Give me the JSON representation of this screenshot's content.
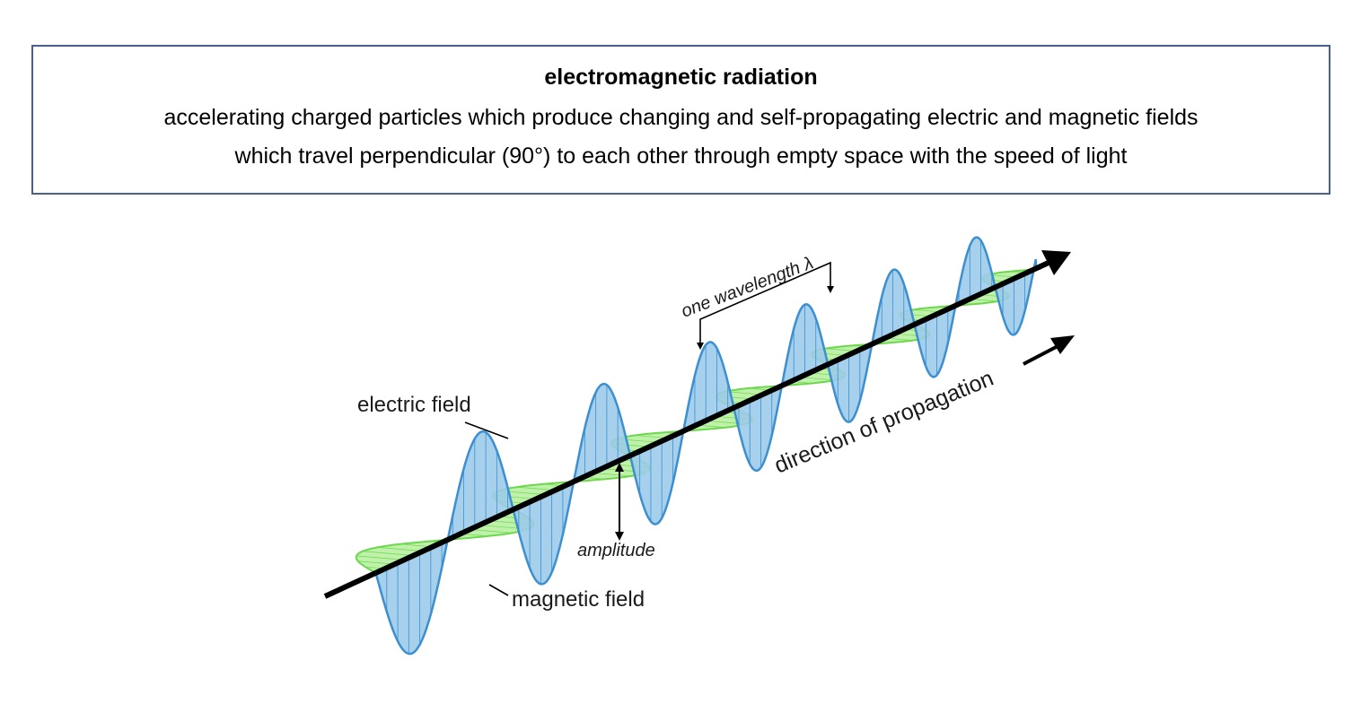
{
  "definition": {
    "title": "electromagnetic radiation",
    "line1": "accelerating charged particles which produce changing and self-propagating electric and magnetic fields",
    "line2": "which travel perpendicular (90°) to each other through empty space with the speed of light"
  },
  "labels": {
    "electric_field": "electric field",
    "magnetic_field": "magnetic field",
    "amplitude": "amplitude",
    "wavelength": "one wavelength λ",
    "direction": "direction of propagation"
  },
  "colors": {
    "electric_fill": "#9ccbe9",
    "electric_stroke": "#3c8fd0",
    "magnetic_fill": "#b4ee9c",
    "magnetic_stroke": "#6cd84c",
    "axis": "#000000"
  }
}
